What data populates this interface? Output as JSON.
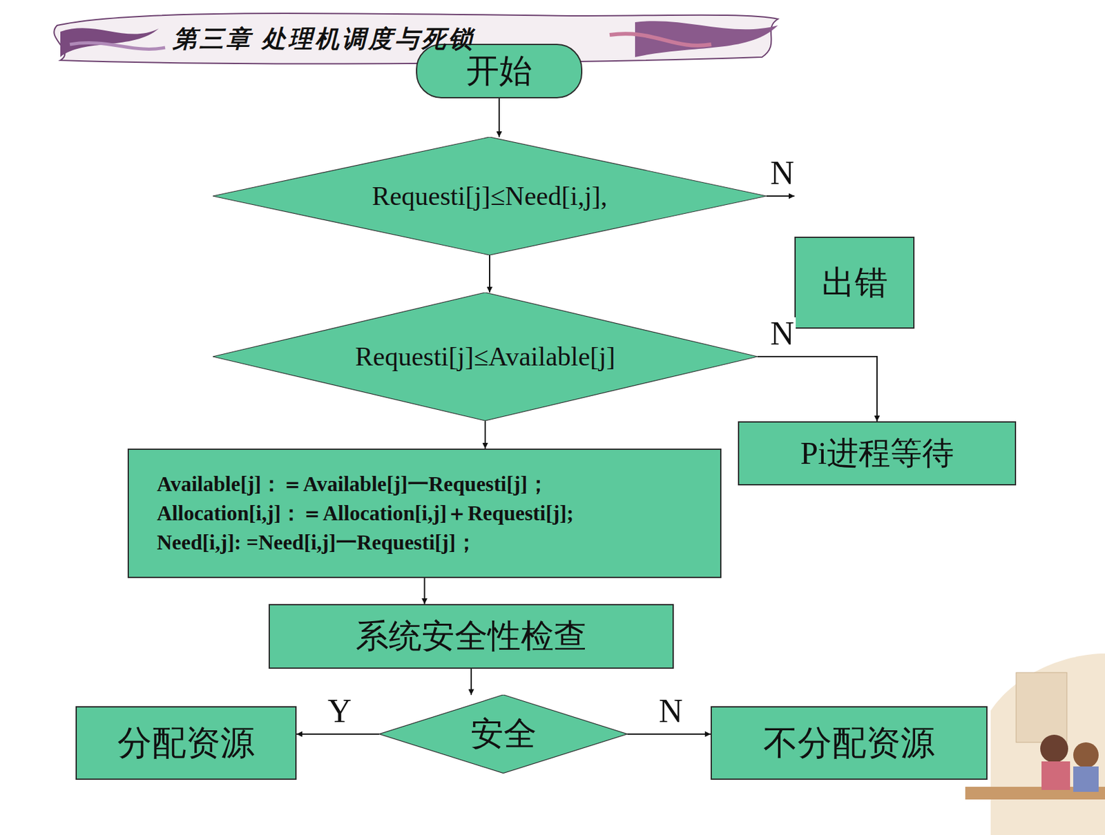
{
  "diagram": {
    "nodes": [
      {
        "text": [
          "开始"
        ]
      },
      {
        "text": [
          "Requesti[j]≤Need[i,j],"
        ]
      },
      {
        "text": [
          "出错"
        ]
      },
      {
        "text": [
          "Requesti[j]≤Available[j]"
        ]
      },
      {
        "text": [
          "Pi进程等待"
        ]
      },
      {
        "text": [
          "Available[j]：＝Available[j]一Requesti[j]；",
          "Allocation[i,j]：＝Allocation[i,j]＋Requesti[j];",
          "Need[i,j]: =Need[i,j]一Requesti[j]；"
        ]
      },
      {
        "text": [
          "系统安全性检查"
        ]
      },
      {
        "text": [
          "安全"
        ]
      },
      {
        "text": [
          "分配资源"
        ]
      },
      {
        "text": [
          "不分配资源"
        ]
      }
    ],
    "edges": [
      {
        "from": 0,
        "to": 1,
        "arrow": "to"
      },
      {
        "from": 1,
        "to": 2,
        "arrow": "to",
        "label": "N"
      },
      {
        "from": 1,
        "to": 3,
        "arrow": "to"
      },
      {
        "from": 3,
        "to": 4,
        "arrow": "to",
        "label": "N"
      },
      {
        "from": 3,
        "to": 5,
        "arrow": "to"
      },
      {
        "from": 5,
        "to": 6,
        "arrow": "to"
      },
      {
        "from": 6,
        "to": 7,
        "arrow": "to"
      },
      {
        "from": 7,
        "to": 8,
        "arrow": "to",
        "label": "Y"
      },
      {
        "from": 7,
        "to": 9,
        "arrow": "to",
        "label": "N"
      }
    ],
    "labels": [
      "第三章 处理机调度与死锁"
    ]
  }
}
